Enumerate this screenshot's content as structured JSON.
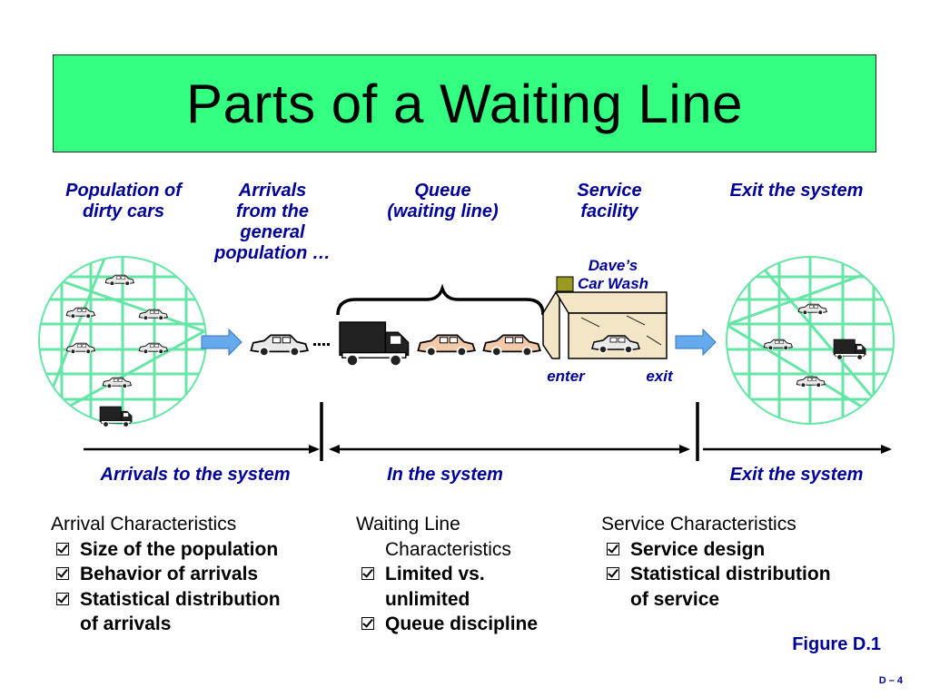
{
  "title": "Parts of a Waiting Line",
  "labels": {
    "population": [
      "Population of",
      "dirty cars"
    ],
    "arrivals": [
      "Arrivals",
      "from the",
      "general",
      "population …"
    ],
    "queue": [
      "Queue",
      "(waiting line)"
    ],
    "service": [
      "Service",
      "facility"
    ],
    "exit_top": "Exit the system",
    "car_wash": [
      "Dave’s",
      "Car Wash"
    ],
    "enter": "enter",
    "exit": "exit"
  },
  "timeline": {
    "arrivals": "Arrivals to the system",
    "in_system": "In the system",
    "exit": "Exit the system"
  },
  "columns": {
    "arrival": {
      "head": "Arrival Characteristics",
      "items": [
        "Size of the population",
        "Behavior of arrivals",
        "Statistical distribution"
      ],
      "wrap": "of arrivals"
    },
    "waiting": {
      "head": "Waiting Line",
      "head2": "Characteristics",
      "items": [
        "Limited vs.",
        "Queue discipline"
      ],
      "wrap": "unlimited"
    },
    "service": {
      "head": "Service Characteristics",
      "items": [
        "Service design",
        "Statistical distribution"
      ],
      "wrap": "of service"
    }
  },
  "figure": "Figure D.1",
  "slide_number": "D – 4",
  "colors": {
    "title_bg": "#33ff80",
    "label_blue": "#000099",
    "grid_green": "#66e6a6",
    "arrow_blue": "#66aaee"
  }
}
